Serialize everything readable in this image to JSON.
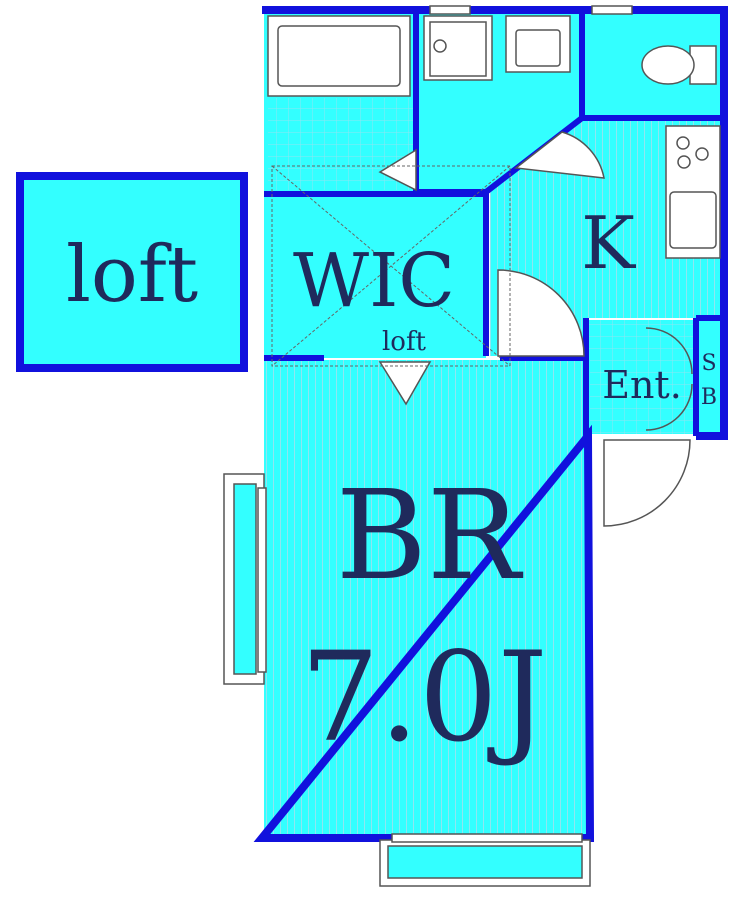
{
  "labels": {
    "loft_detached": "loft",
    "wic": "WIC",
    "wic_loft": "loft",
    "kitchen": "K",
    "entrance": "Ent.",
    "shoe_box_s": "S",
    "shoe_box_b": "B",
    "bedroom": "BR",
    "bedroom_size": "7.0J"
  },
  "colors": {
    "wall": "#1111dd",
    "floor": "#33ffff",
    "tile_line": "#88ddee",
    "text": "#1f2a5c",
    "fixture_line": "#555555",
    "fixture_fill": "#ffffff"
  }
}
